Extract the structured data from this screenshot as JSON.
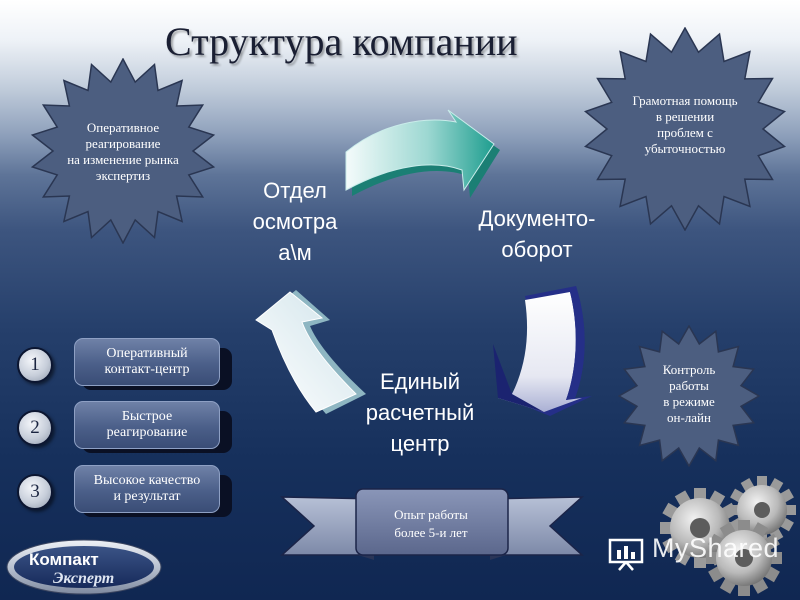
{
  "title": "Структура компании",
  "stars": {
    "top_left": {
      "lines": [
        "Оперативное",
        "реагирование",
        "на изменение рынка",
        "экспертиз"
      ]
    },
    "top_right": {
      "lines": [
        "Грамотная помощь",
        "в решении",
        "проблем с",
        "убыточностью"
      ]
    },
    "mid_right": {
      "lines": [
        "Контроль",
        "работы",
        "в режиме",
        "он-лайн"
      ]
    }
  },
  "cycle": {
    "inspection": {
      "lines": [
        "Отдел",
        "осмотра",
        "а\\м"
      ]
    },
    "document_flow": {
      "lines": [
        "Документо-",
        "оборот"
      ]
    },
    "settlement_center": {
      "lines": [
        "Единый",
        "расчетный",
        "центр"
      ]
    }
  },
  "list": [
    {
      "num": "1",
      "lines": [
        "Оперативный",
        "контакт-центр"
      ]
    },
    {
      "num": "2",
      "lines": [
        "Быстрое",
        "реагирование"
      ]
    },
    {
      "num": "3",
      "lines": [
        "Высокое качество",
        "и результат"
      ]
    }
  ],
  "experience": {
    "lines": [
      "Опыт работы",
      "более 5-и лет"
    ]
  },
  "logo": {
    "line1": "Компакт",
    "line2": "Эксперт"
  },
  "watermark": "MyShared",
  "colors": {
    "star": "#4c5e80",
    "arrow_teal": "#1f9e8f",
    "arrow_navy": "#252f88",
    "arrow_light": "#cfe3ea"
  }
}
